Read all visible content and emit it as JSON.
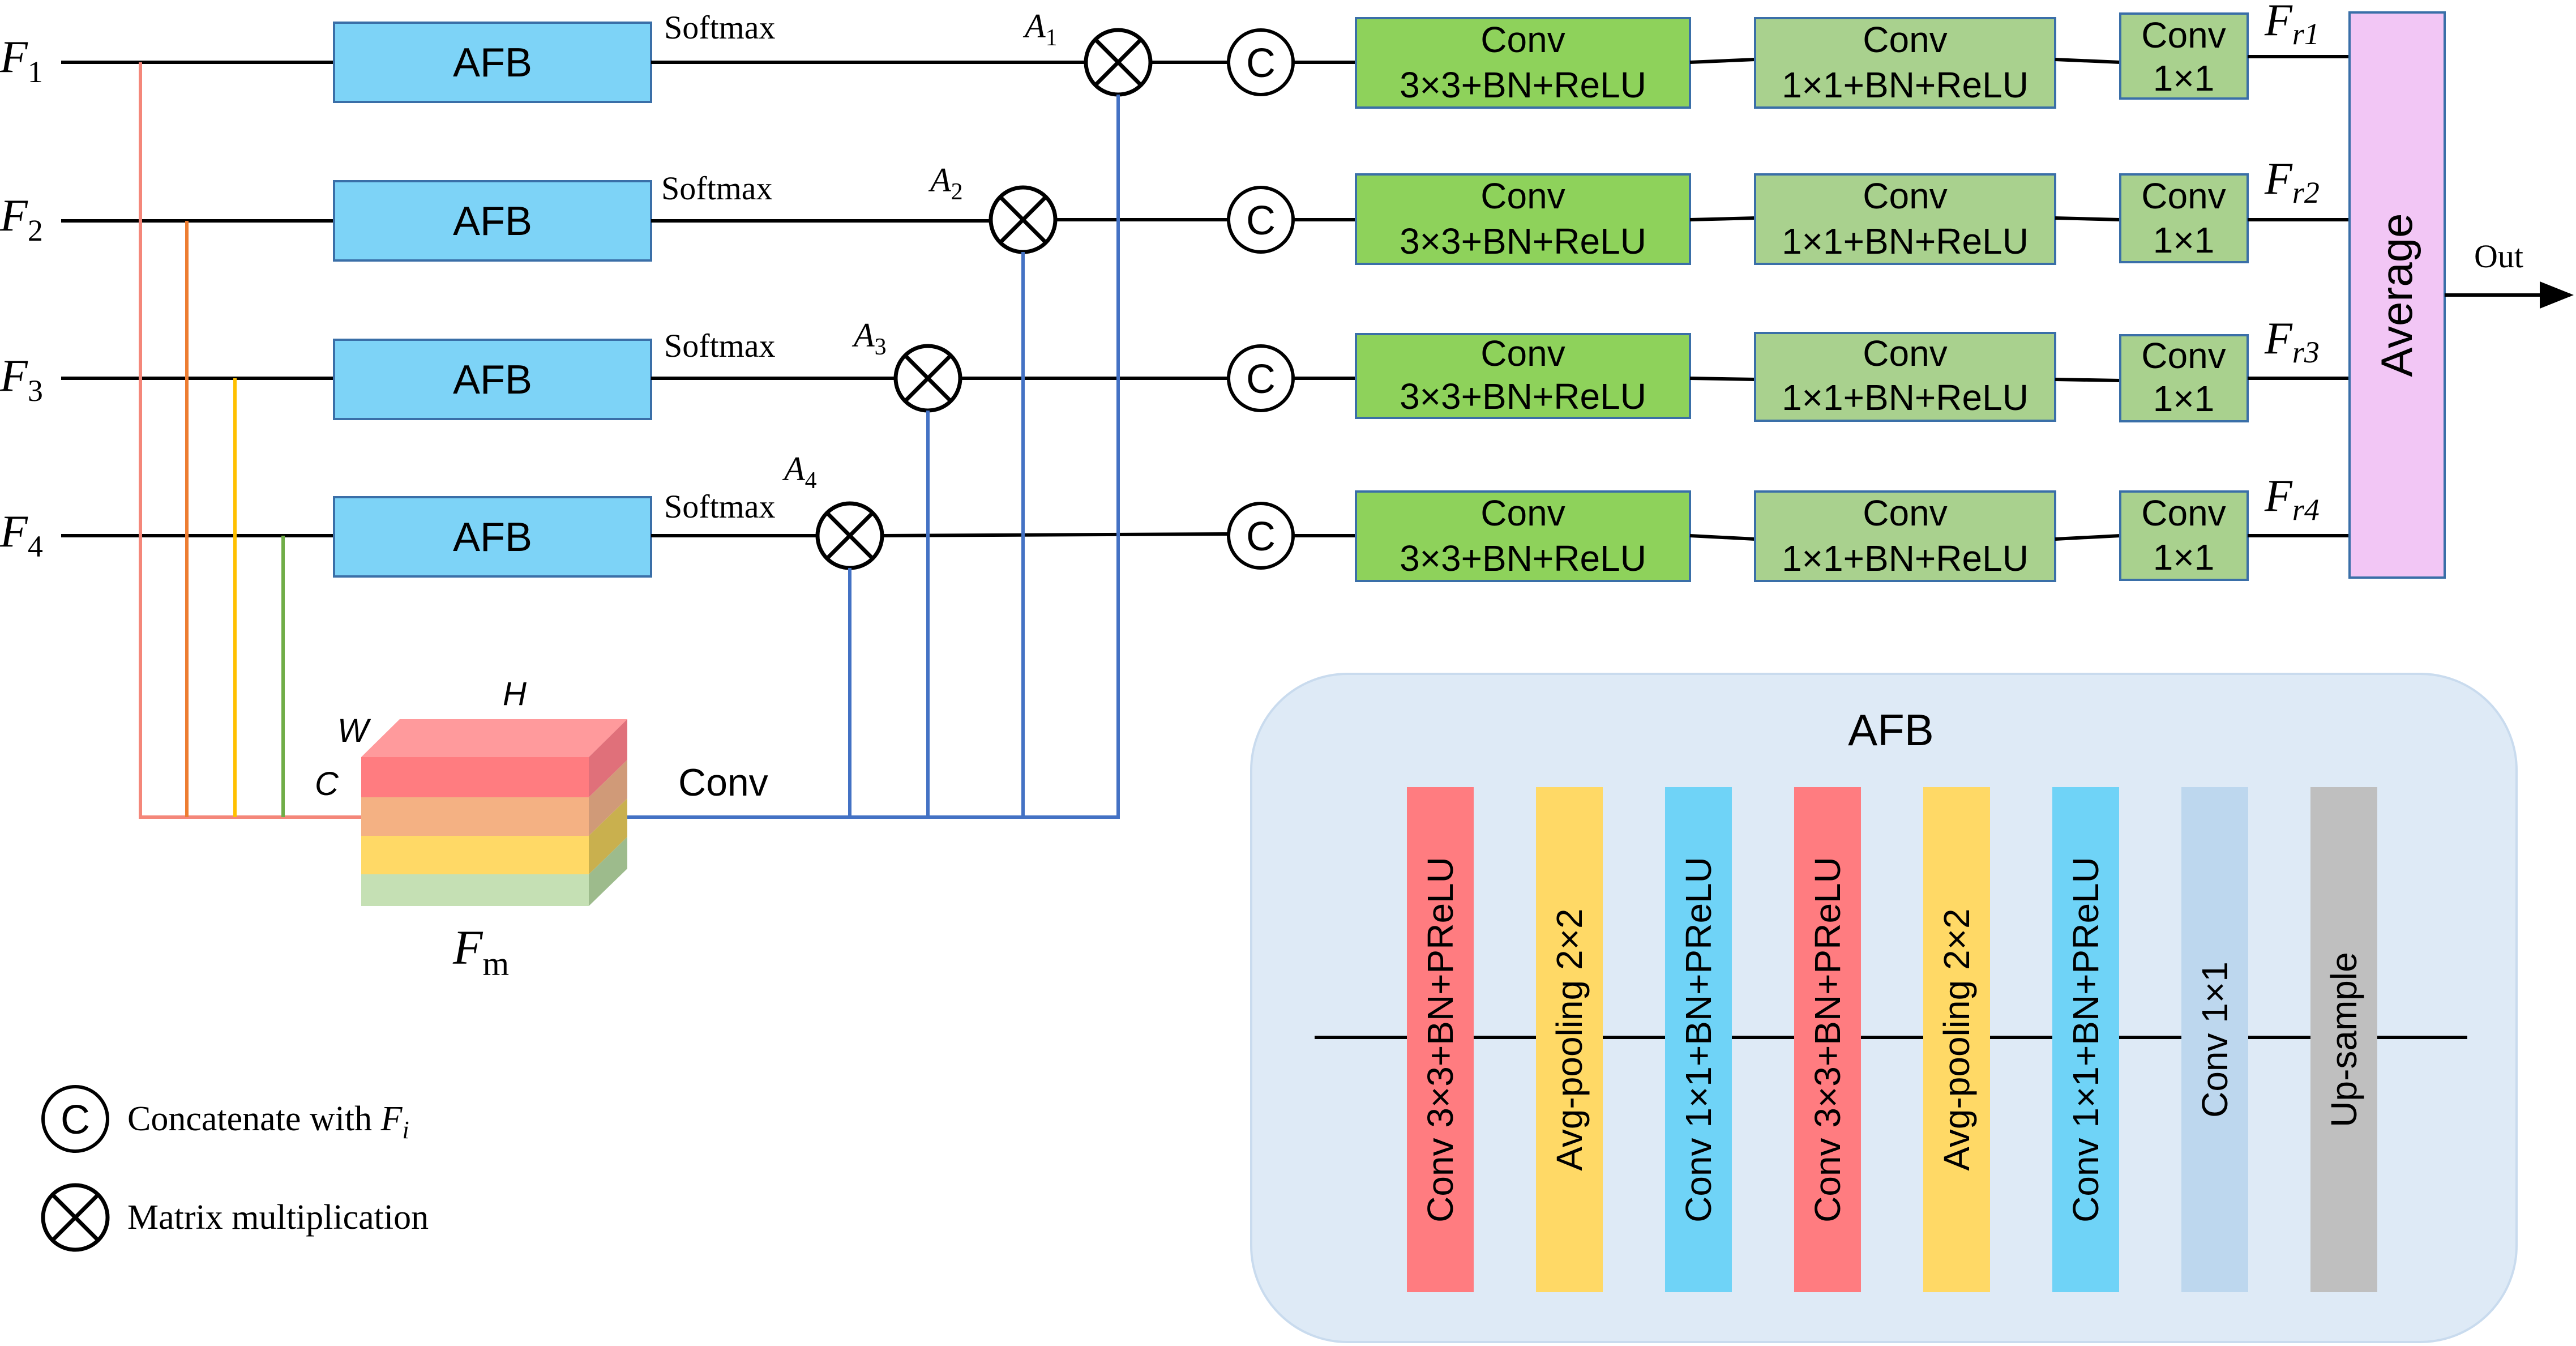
{
  "inputs": {
    "rows": [
      {
        "main": "F",
        "sub": "1"
      },
      {
        "main": "F",
        "sub": "2"
      },
      {
        "main": "F",
        "sub": "3"
      },
      {
        "main": "F",
        "sub": "4"
      }
    ]
  },
  "afb_label": "AFB",
  "softmax_label": "Softmax",
  "attention": [
    {
      "main": "A",
      "sub": "1"
    },
    {
      "main": "A",
      "sub": "2"
    },
    {
      "main": "A",
      "sub": "3"
    },
    {
      "main": "A",
      "sub": "4"
    }
  ],
  "concat_symbol": "C",
  "conv3": {
    "line1": "Conv",
    "line2": "3×3+BN+ReLU"
  },
  "conv1bn": {
    "line1": "Conv",
    "line2": "1×1+BN+ReLU"
  },
  "conv1": {
    "line1": "Conv",
    "line2": "1×1"
  },
  "outputs": [
    {
      "main": "F",
      "sub": "r1"
    },
    {
      "main": "F",
      "sub": "r2"
    },
    {
      "main": "F",
      "sub": "r3"
    },
    {
      "main": "F",
      "sub": "r4"
    }
  ],
  "average_label": "Average",
  "out_label": "Out",
  "fm": {
    "main": "F",
    "sub": "m",
    "w": "W",
    "h": "H",
    "c": "C",
    "conv": "Conv"
  },
  "legend": {
    "concat": {
      "text": "Concatenate with ",
      "var": "F",
      "sub": "i"
    },
    "matmul": {
      "text": "Matrix multiplication"
    }
  },
  "afb_detail": {
    "title": "AFB",
    "layers": [
      {
        "label": "Conv 3×3+BN+PReLU",
        "color": "#FF7C80"
      },
      {
        "label": "Avg-pooling 2×2",
        "color": "#FFD966"
      },
      {
        "label": "Conv 1×1+BN+PReLU",
        "color": "#6FD3F7"
      },
      {
        "label": "Conv 3×3+BN+PReLU",
        "color": "#FF7C80"
      },
      {
        "label": "Avg-pooling 2×2",
        "color": "#FFD966"
      },
      {
        "label": "Conv 1×1+BN+PReLU",
        "color": "#6FD3F7"
      },
      {
        "label": "Conv 1×1",
        "color": "#BDD7EE"
      },
      {
        "label": "Up-sample",
        "color": "#BFBFBF"
      }
    ]
  },
  "colors": {
    "afb_block": "#7DD3F7",
    "conv3_block": "#8ED25B",
    "conv1_block": "#A9D18E",
    "average_block": "#F2C6F5",
    "panel_bg": "#DEEAF6",
    "branch_lines": [
      "#F4877A",
      "#ED7D31",
      "#FFC000",
      "#70AD47"
    ],
    "blue_line": "#4472C4",
    "cube_layers": [
      "#FF7C80",
      "#F4B183",
      "#FFD966",
      "#C5E0B4"
    ]
  }
}
